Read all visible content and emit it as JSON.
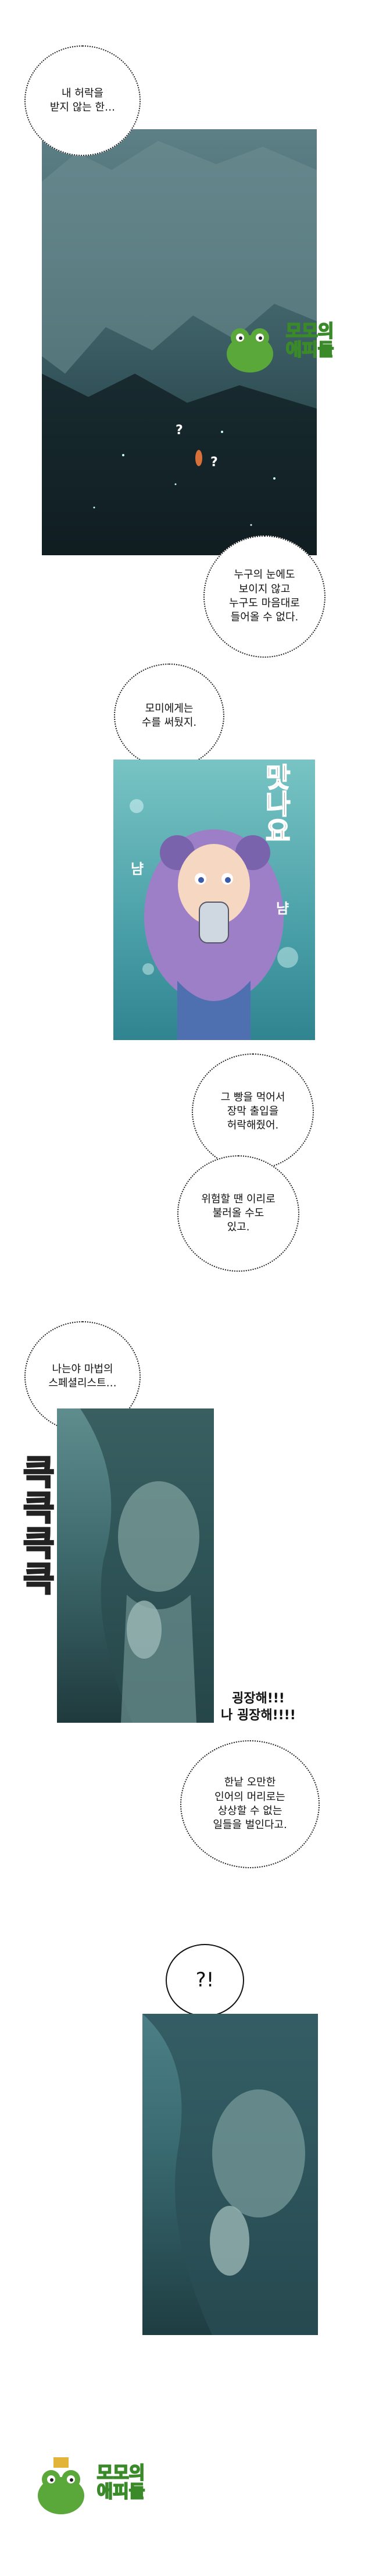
{
  "bubbles": {
    "b1": "내 허락을\n받지 않는 한…",
    "b2": "누구의 눈에도\n보이지 않고\n누구도 마음대로\n들어올 수 없다.",
    "b3": "모미에게는\n수를 써뒀지.",
    "b4": "그 빵을 먹어서\n장막 출입을\n허락해줬어.",
    "b5": "위험할 땐 이리로\n불러올 수도\n있고.",
    "b6": "나는야 마법의\n스페셜리스트…",
    "b7": "한낱 오만한\n인어의 머리로는\n상상할 수 없는\n일들을 벌인다고.",
    "b8": "?!"
  },
  "sfx": {
    "question_marks": [
      "?",
      "?"
    ],
    "tasty": "맛나요",
    "chew_left": "냠",
    "chew_right": "냠",
    "chuckle": "큭큭큭큭",
    "amazing": "굉장해!!!\n나 굉장해!!!!"
  },
  "logo": {
    "text_line1": "모모의",
    "text_line2": "애피들"
  }
}
